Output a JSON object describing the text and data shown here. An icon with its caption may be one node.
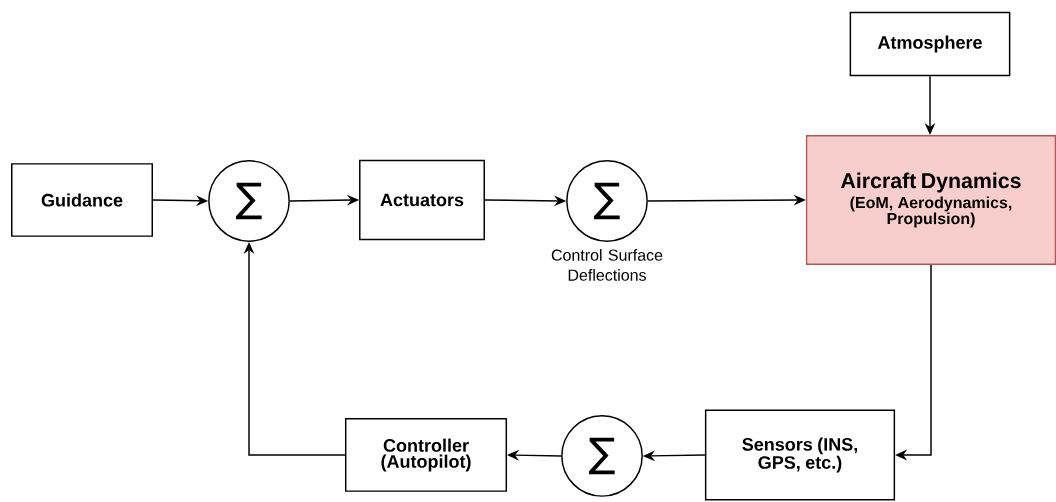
{
  "diagram": {
    "nodes": [
      {
        "text": [
          "Guidance"
        ]
      },
      {
        "text": [
          "∑"
        ]
      },
      {
        "text": [
          "Actuators"
        ]
      },
      {
        "text": [
          "∑"
        ],
        "beside": [
          "Control Surface Deflections"
        ]
      },
      {
        "text": [
          "Atmosphere"
        ]
      },
      {
        "text": [
          "Aircraft Dynamics",
          "(EoM, Aerodynamics, Propulsion)"
        ]
      },
      {
        "text": [
          "Sensors (INS, GPS, etc.)"
        ]
      },
      {
        "text": [
          "∑"
        ]
      },
      {
        "text": [
          "Controller (Autopilot)"
        ]
      }
    ],
    "edges": [
      {
        "from": 0,
        "to": 1,
        "arrow": "to"
      },
      {
        "from": 1,
        "to": 2,
        "arrow": "to"
      },
      {
        "from": 2,
        "to": 3,
        "arrow": "to"
      },
      {
        "from": 3,
        "to": 5,
        "arrow": "to"
      },
      {
        "from": 4,
        "to": 5,
        "arrow": "to"
      },
      {
        "from": 5,
        "to": 6,
        "arrow": "to"
      },
      {
        "from": 6,
        "to": 7,
        "arrow": "to"
      },
      {
        "from": 7,
        "to": 8,
        "arrow": "to"
      },
      {
        "from": 8,
        "to": 1,
        "arrow": "to"
      }
    ]
  }
}
